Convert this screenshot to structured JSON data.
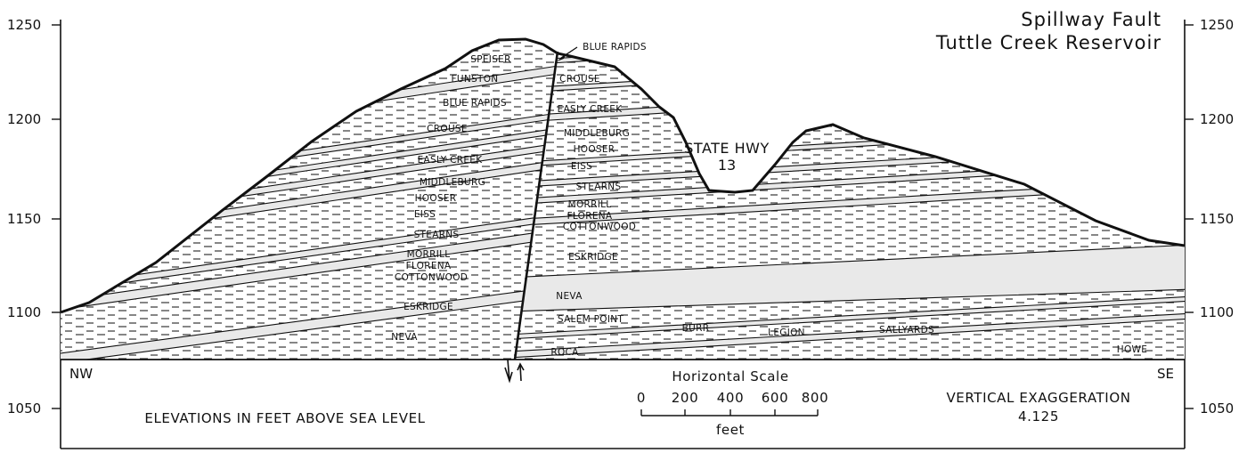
{
  "title": {
    "line1": "Spillway Fault",
    "line2": "Tuttle Creek Reservoir"
  },
  "chart_data": {
    "type": "diagram",
    "y_axis": {
      "ticks": [
        "1250",
        "1200",
        "1150",
        "1100",
        "1050"
      ],
      "unit": "feet above sea level"
    },
    "directions": {
      "left": "NW",
      "right": "SE"
    },
    "elevation_note": "ELEVATIONS IN FEET ABOVE SEA LEVEL",
    "scale": {
      "title": "Horizontal Scale",
      "ticks": [
        "0",
        "200",
        "400",
        "600",
        "800"
      ],
      "unit": "feet"
    },
    "exaggeration": {
      "label": "VERTICAL EXAGGERATION",
      "value": "4.125"
    },
    "feature": {
      "line1": "STATE HWY",
      "line2": "13"
    },
    "west_block_units": [
      "SPEISER",
      "FUNSTON",
      "BLUE RAPIDS",
      "CROUSE",
      "EASLY CREEK",
      "MIDDLEBURG",
      "HOOSER",
      "EISS",
      "STEARNS",
      "MORRILL",
      "FLORENA",
      "COTTONWOOD",
      "ESKRIDGE",
      "NEVA"
    ],
    "east_block_units": [
      "BLUE RAPIDS",
      "CROUSE",
      "EASLY CREEK",
      "MIDDLEBURG",
      "HOOSER",
      "EISS",
      "STEARNS",
      "MORRILL",
      "FLORENA",
      "COTTONWOOD",
      "ESKRIDGE",
      "NEVA",
      "SALEM POINT",
      "BURR",
      "LEGION",
      "SALLYARDS",
      "ROCA",
      "HOWE"
    ]
  },
  "labels": {
    "w_speiser": "SPEISER",
    "w_funston": "FUNSTON",
    "w_bluerapids": "BLUE RAPIDS",
    "w_crouse": "CROUSE",
    "w_easly": "EASLY CREEK",
    "w_middleburg": "MIDDLEBURG",
    "w_hooser": "HOOSER",
    "w_eiss": "EISS",
    "w_stearns": "STEARNS",
    "w_morrill": "MORRILL",
    "w_florena": "FLORENA",
    "w_cottonwood": "COTTONWOOD",
    "w_eskridge": "ESKRIDGE",
    "w_neva": "NEVA",
    "e_bluerapids": "BLUE RAPIDS",
    "e_crouse": "CROUSE",
    "e_easly": "EASLY CREEK",
    "e_middleburg": "MIDDLEBURG",
    "e_hooser": "HOOSER",
    "e_eiss": "EISS",
    "e_stearns": "STEARNS",
    "e_morrill": "MORRILL",
    "e_florena": "FLORENA",
    "e_cottonwood": "COTTONWOOD",
    "e_eskridge": "ESKRIDGE",
    "e_neva": "NEVA",
    "e_salempoint": "SALEM POINT",
    "e_burr": "BURR",
    "e_legion": "LEGION",
    "e_sallyards": "SALLYARDS",
    "e_roca": "ROCA",
    "e_howe": "HOWE"
  }
}
